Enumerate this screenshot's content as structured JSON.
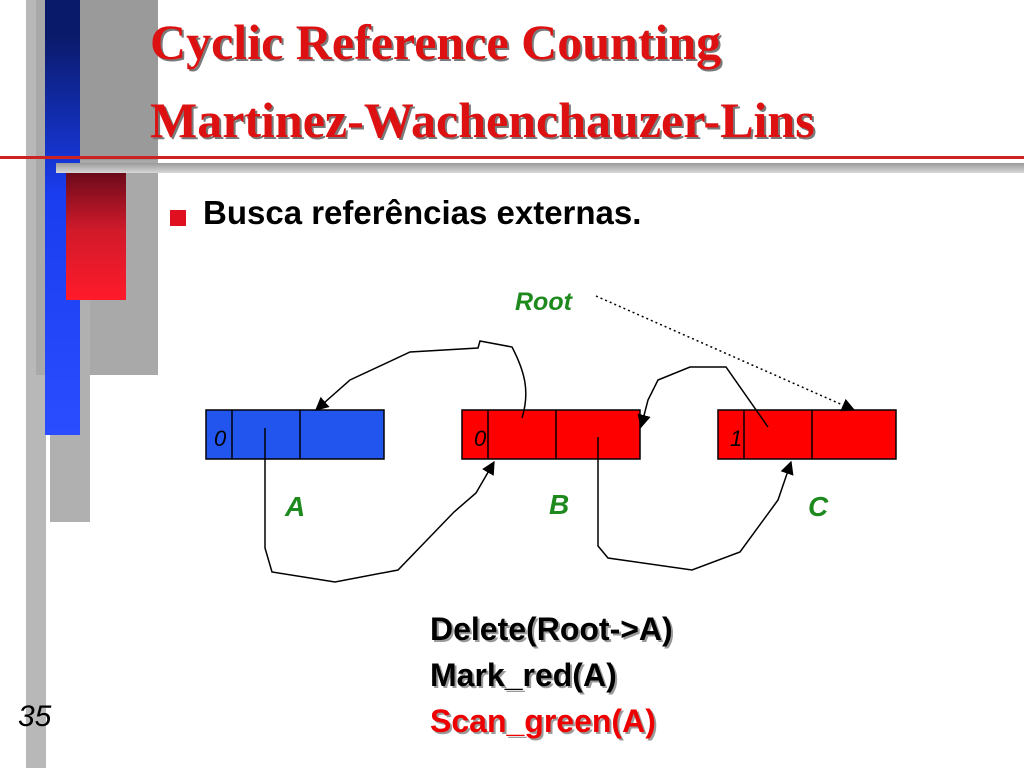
{
  "slide": {
    "title_line1": "Cyclic Reference Counting",
    "title_line2": "Martinez-Wachenchauzer-Lins",
    "bullet": "Busca referências externas.",
    "page_number": "35"
  },
  "diagram": {
    "root_label": "Root",
    "nodes": [
      {
        "id": "A",
        "label": "A",
        "count": "0",
        "color": "#2255ee"
      },
      {
        "id": "B",
        "label": "B",
        "count": "0",
        "color": "#ff0000"
      },
      {
        "id": "C",
        "label": "C",
        "count": "1",
        "color": "#ff0000"
      }
    ],
    "label_color": "#1e8a1e"
  },
  "commands": [
    {
      "text": "Delete(Root->A)",
      "color": "#000000"
    },
    {
      "text": "Mark_red(A)",
      "color": "#000000"
    },
    {
      "text": "Scan_green(A)",
      "color": "#ee0000"
    }
  ],
  "decor_colors": {
    "blue": "#1a3df0",
    "red": "#ff1a2a",
    "gray": "#a8a8a8",
    "navy": "#0a1a6a"
  }
}
